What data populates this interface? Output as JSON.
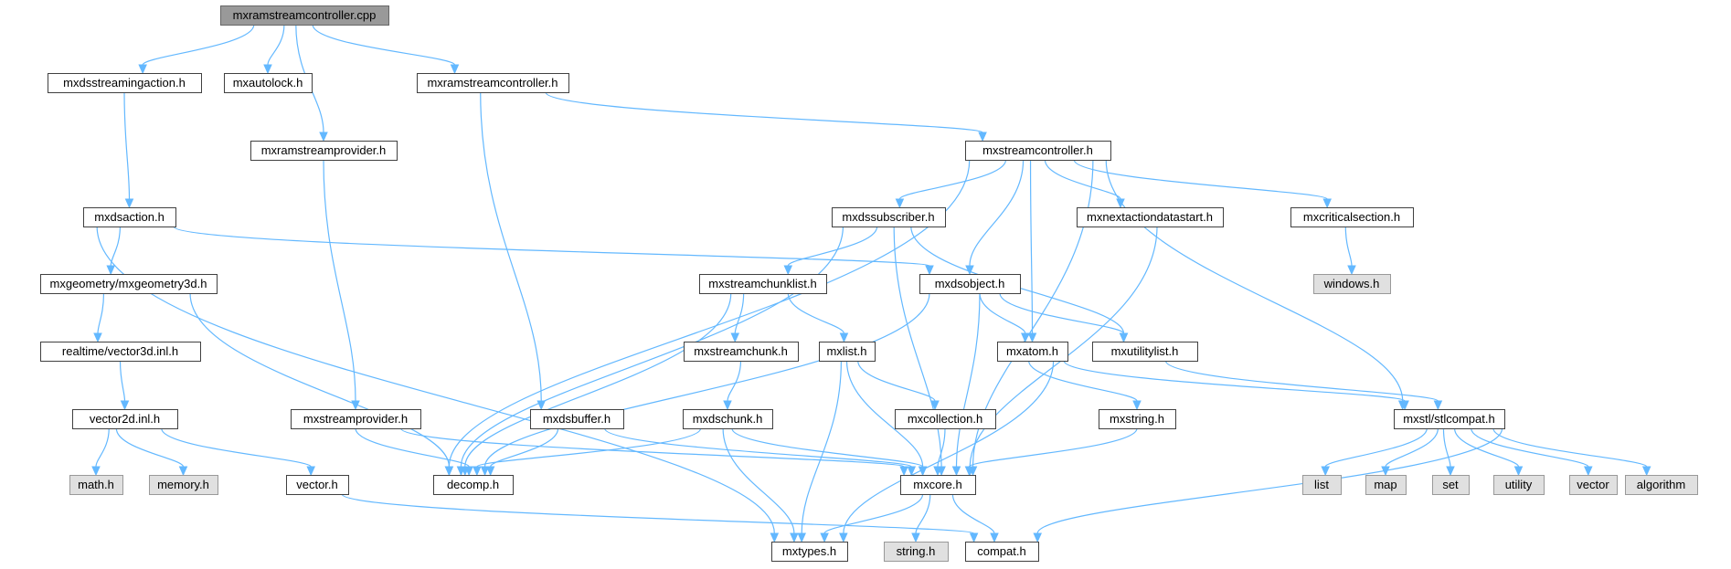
{
  "graph": {
    "nodes": [
      {
        "id": "root",
        "label": "mxramstreamcontroller.cpp",
        "style": "root"
      },
      {
        "id": "dsstreamingaction",
        "label": "mxdsstreamingaction.h",
        "style": "normal"
      },
      {
        "id": "autolock",
        "label": "mxautolock.h",
        "style": "normal"
      },
      {
        "id": "ramstreamcontroller_h",
        "label": "mxramstreamcontroller.h",
        "style": "normal"
      },
      {
        "id": "ramstreamprovider",
        "label": "mxramstreamprovider.h",
        "style": "normal"
      },
      {
        "id": "streamcontroller",
        "label": "mxstreamcontroller.h",
        "style": "normal"
      },
      {
        "id": "dsaction",
        "label": "mxdsaction.h",
        "style": "normal"
      },
      {
        "id": "dssubscriber",
        "label": "mxdssubscriber.h",
        "style": "normal"
      },
      {
        "id": "nextactiondatastart",
        "label": "mxnextactiondatastart.h",
        "style": "normal"
      },
      {
        "id": "criticalsection",
        "label": "mxcriticalsection.h",
        "style": "normal"
      },
      {
        "id": "geometry3d",
        "label": "mxgeometry/mxgeometry3d.h",
        "style": "normal"
      },
      {
        "id": "streamchunklist",
        "label": "mxstreamchunklist.h",
        "style": "normal"
      },
      {
        "id": "dsobject",
        "label": "mxdsobject.h",
        "style": "normal"
      },
      {
        "id": "windows",
        "label": "windows.h",
        "style": "sys"
      },
      {
        "id": "vector3d",
        "label": "realtime/vector3d.inl.h",
        "style": "normal"
      },
      {
        "id": "streamchunk",
        "label": "mxstreamchunk.h",
        "style": "normal"
      },
      {
        "id": "mxlist",
        "label": "mxlist.h",
        "style": "normal"
      },
      {
        "id": "atom",
        "label": "mxatom.h",
        "style": "normal"
      },
      {
        "id": "utilitylist",
        "label": "mxutilitylist.h",
        "style": "normal"
      },
      {
        "id": "vector2d",
        "label": "vector2d.inl.h",
        "style": "normal"
      },
      {
        "id": "streamprovider",
        "label": "mxstreamprovider.h",
        "style": "normal"
      },
      {
        "id": "dsbuffer",
        "label": "mxdsbuffer.h",
        "style": "normal"
      },
      {
        "id": "dschunk",
        "label": "mxdschunk.h",
        "style": "normal"
      },
      {
        "id": "collection",
        "label": "mxcollection.h",
        "style": "normal"
      },
      {
        "id": "mxstring",
        "label": "mxstring.h",
        "style": "normal"
      },
      {
        "id": "stlcompat",
        "label": "mxstl/stlcompat.h",
        "style": "normal"
      },
      {
        "id": "math",
        "label": "math.h",
        "style": "sys"
      },
      {
        "id": "memory",
        "label": "memory.h",
        "style": "sys"
      },
      {
        "id": "vector_h",
        "label": "vector.h",
        "style": "normal"
      },
      {
        "id": "decomp",
        "label": "decomp.h",
        "style": "normal"
      },
      {
        "id": "mxcore",
        "label": "mxcore.h",
        "style": "normal"
      },
      {
        "id": "list",
        "label": "list",
        "style": "sys"
      },
      {
        "id": "map",
        "label": "map",
        "style": "sys"
      },
      {
        "id": "set",
        "label": "set",
        "style": "sys"
      },
      {
        "id": "utility",
        "label": "utility",
        "style": "sys"
      },
      {
        "id": "vector",
        "label": "vector",
        "style": "sys"
      },
      {
        "id": "algorithm",
        "label": "algorithm",
        "style": "sys"
      },
      {
        "id": "mxtypes",
        "label": "mxtypes.h",
        "style": "normal"
      },
      {
        "id": "string",
        "label": "string.h",
        "style": "sys"
      },
      {
        "id": "compat",
        "label": "compat.h",
        "style": "normal"
      }
    ],
    "edges": [
      [
        "root",
        "dsstreamingaction"
      ],
      [
        "root",
        "autolock"
      ],
      [
        "root",
        "ramstreamprovider"
      ],
      [
        "root",
        "ramstreamcontroller_h"
      ],
      [
        "dsstreamingaction",
        "dsaction"
      ],
      [
        "ramstreamcontroller_h",
        "dsbuffer"
      ],
      [
        "ramstreamcontroller_h",
        "streamcontroller"
      ],
      [
        "ramstreamprovider",
        "streamprovider"
      ],
      [
        "streamcontroller",
        "decomp"
      ],
      [
        "streamcontroller",
        "dssubscriber"
      ],
      [
        "streamcontroller",
        "dsobject"
      ],
      [
        "streamcontroller",
        "atom"
      ],
      [
        "streamcontroller",
        "nextactiondatastart"
      ],
      [
        "streamcontroller",
        "criticalsection"
      ],
      [
        "streamcontroller",
        "mxcore"
      ],
      [
        "streamcontroller",
        "stlcompat"
      ],
      [
        "dsaction",
        "mxtypes"
      ],
      [
        "dsaction",
        "geometry3d"
      ],
      [
        "dsaction",
        "dsobject"
      ],
      [
        "geometry3d",
        "vector3d"
      ],
      [
        "geometry3d",
        "decomp"
      ],
      [
        "vector3d",
        "vector2d"
      ],
      [
        "vector2d",
        "math"
      ],
      [
        "vector2d",
        "memory"
      ],
      [
        "vector2d",
        "vector_h"
      ],
      [
        "vector_h",
        "compat"
      ],
      [
        "dssubscriber",
        "decomp"
      ],
      [
        "dssubscriber",
        "streamchunklist"
      ],
      [
        "dssubscriber",
        "mxcore"
      ],
      [
        "dssubscriber",
        "utilitylist"
      ],
      [
        "streamchunklist",
        "decomp"
      ],
      [
        "streamchunklist",
        "streamchunk"
      ],
      [
        "streamchunklist",
        "mxlist"
      ],
      [
        "streamchunk",
        "dschunk"
      ],
      [
        "dschunk",
        "decomp"
      ],
      [
        "dschunk",
        "mxcore"
      ],
      [
        "dschunk",
        "mxtypes"
      ],
      [
        "mxlist",
        "collection"
      ],
      [
        "mxlist",
        "mxcore"
      ],
      [
        "mxlist",
        "mxtypes"
      ],
      [
        "collection",
        "mxcore"
      ],
      [
        "dsobject",
        "decomp"
      ],
      [
        "dsobject",
        "atom"
      ],
      [
        "dsobject",
        "utilitylist"
      ],
      [
        "dsobject",
        "mxcore"
      ],
      [
        "atom",
        "mxstring"
      ],
      [
        "atom",
        "stlcompat"
      ],
      [
        "atom",
        "mxtypes"
      ],
      [
        "mxstring",
        "mxcore"
      ],
      [
        "utilitylist",
        "stlcompat"
      ],
      [
        "nextactiondatastart",
        "mxcore"
      ],
      [
        "criticalsection",
        "windows"
      ],
      [
        "streamprovider",
        "decomp"
      ],
      [
        "streamprovider",
        "mxcore"
      ],
      [
        "dsbuffer",
        "decomp"
      ],
      [
        "dsbuffer",
        "mxcore"
      ],
      [
        "stlcompat",
        "list"
      ],
      [
        "stlcompat",
        "map"
      ],
      [
        "stlcompat",
        "set"
      ],
      [
        "stlcompat",
        "utility"
      ],
      [
        "stlcompat",
        "vector"
      ],
      [
        "stlcompat",
        "algorithm"
      ],
      [
        "stlcompat",
        "compat"
      ],
      [
        "mxcore",
        "mxtypes"
      ],
      [
        "mxcore",
        "string"
      ],
      [
        "mxcore",
        "compat"
      ]
    ]
  }
}
